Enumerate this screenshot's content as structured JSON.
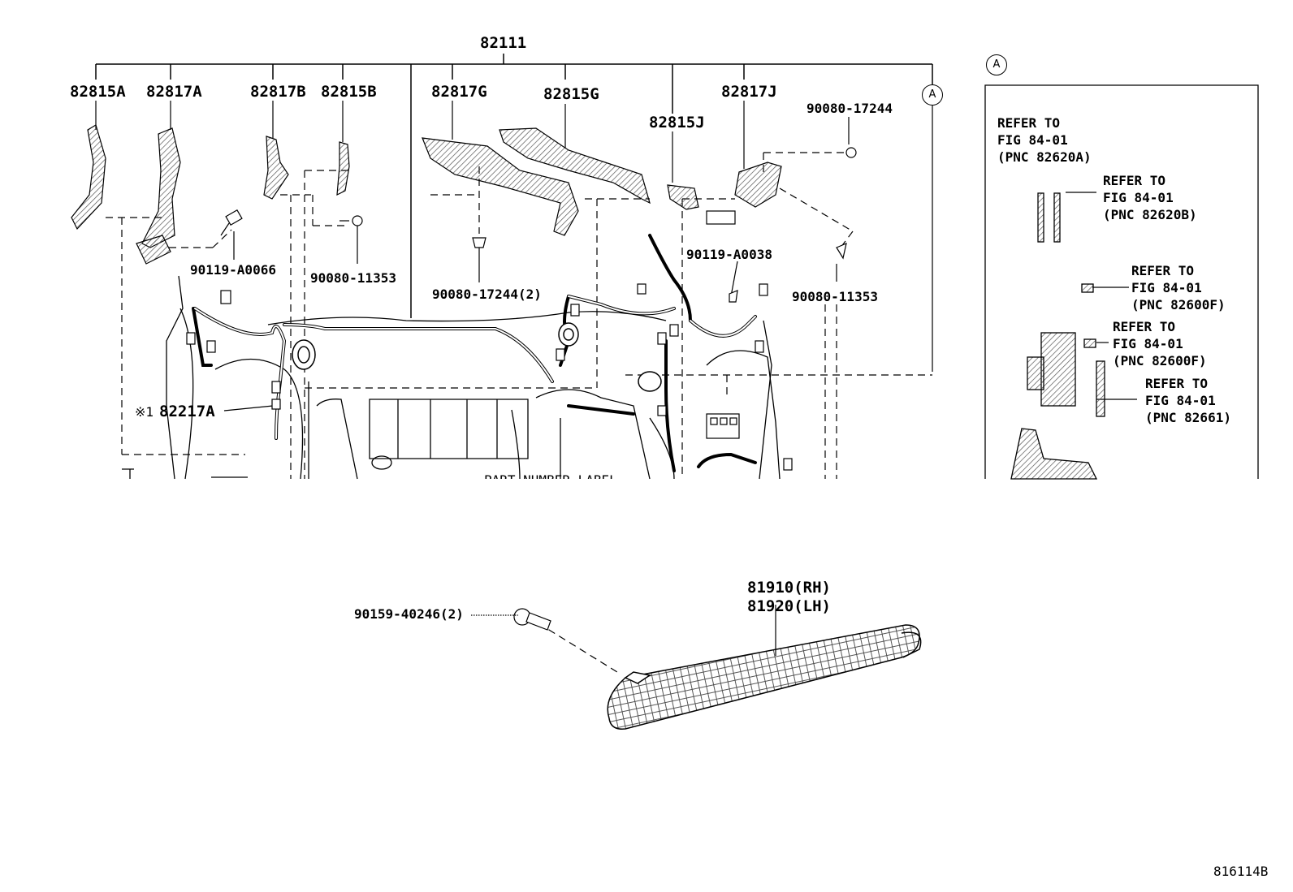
{
  "diagram": {
    "figure_code": "816114B",
    "main_part": "82111",
    "callout_symbol": "A",
    "note_marker": "※1",
    "upper_labels": {
      "p82815A": "82815A",
      "p82817A": "82817A",
      "p82817B": "82817B",
      "p82815B": "82815B",
      "p82817G": "82817G",
      "p82815G": "82815G",
      "p82815J": "82815J",
      "p82817J": "82817J",
      "p90080_17244_top": "90080-17244",
      "p90119_A0066": "90119-A0066",
      "p90080_11353_left": "90080-11353",
      "p90080_17244_2": "90080-17244(2)",
      "p90119_A0038": "90119-A0038",
      "p90080_11353_right": "90080-11353",
      "p82217A": "82217A",
      "partial_label": "PART NUMBER LABEL"
    },
    "refer_panel": [
      "REFER TO\nFIG 84-01\n(PNC 82620A)",
      "REFER TO\nFIG 84-01\n(PNC 82620B)",
      "REFER TO\nFIG 84-01\n(PNC 82600F)",
      "REFER TO\nFIG 84-01\n(PNC 82600F)",
      "REFER TO\nFIG 84-01\n(PNC 82661)"
    ],
    "lower": {
      "bolt": "90159-40246(2)",
      "lamp_rh": "81910(RH)",
      "lamp_lh": "81920(LH)"
    }
  }
}
